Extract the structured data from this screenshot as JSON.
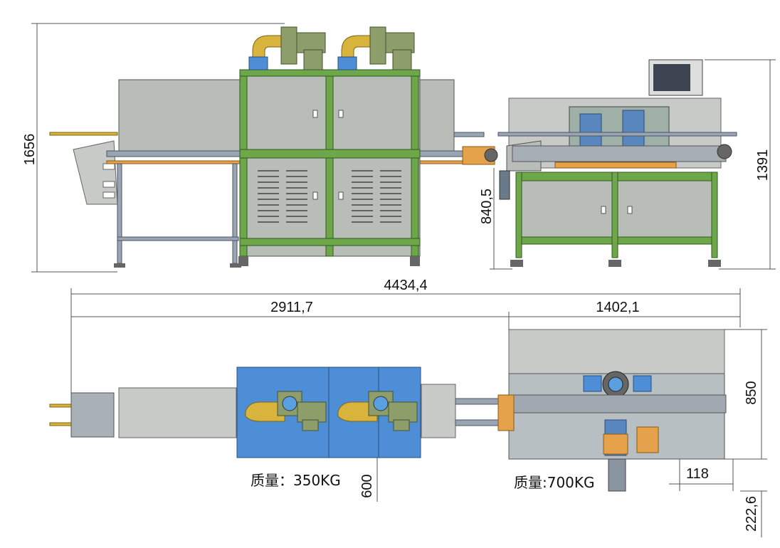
{
  "dimensions": {
    "overall_height": "1656",
    "total_length": "4434,4",
    "right_height": "1391",
    "table_height": "840,5",
    "left_length": "2911,7",
    "right_length": "1402,1",
    "right_depth": "850",
    "left_depth": "600",
    "offset_small": "118",
    "offset_bottom": "222,6"
  },
  "labels": {
    "left_mass": "质量：350KG",
    "right_mass": "质量:700KG"
  },
  "colors": {
    "frame_green": "#6ea64a",
    "panel_grey": "#b9bdb8",
    "top_blue": "#4d8ed6",
    "fan_olive": "#8d9e6a",
    "pipe_yellow": "#d9b43c"
  }
}
